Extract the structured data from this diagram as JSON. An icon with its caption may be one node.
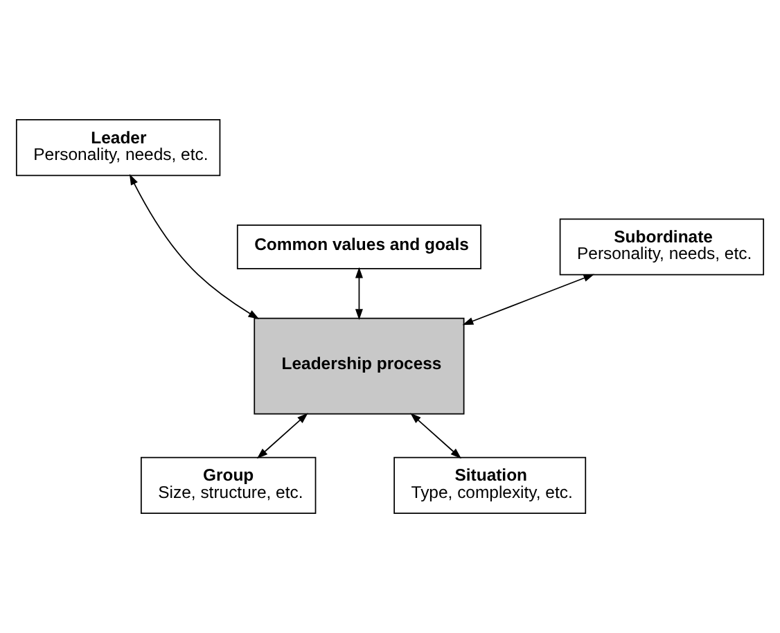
{
  "diagram": {
    "nodes": [
      {
        "text": [
          "Leader",
          "Personality, needs, etc."
        ]
      },
      {
        "text": [
          "Common values and goals"
        ]
      },
      {
        "text": [
          "Subordinate",
          "Personality, needs, etc."
        ]
      },
      {
        "text": [
          "Leadership process"
        ]
      },
      {
        "text": [
          "Group",
          "Size, structure, etc."
        ]
      },
      {
        "text": [
          "Situation",
          "Type, complexity, etc."
        ]
      }
    ],
    "edges": [
      {
        "from": 0,
        "to": 3,
        "arrow": "both"
      },
      {
        "from": 1,
        "to": 3,
        "arrow": "both"
      },
      {
        "from": 2,
        "to": 3,
        "arrow": "both"
      },
      {
        "from": 3,
        "to": 4,
        "arrow": "both"
      },
      {
        "from": 3,
        "to": 5,
        "arrow": "both"
      }
    ]
  }
}
